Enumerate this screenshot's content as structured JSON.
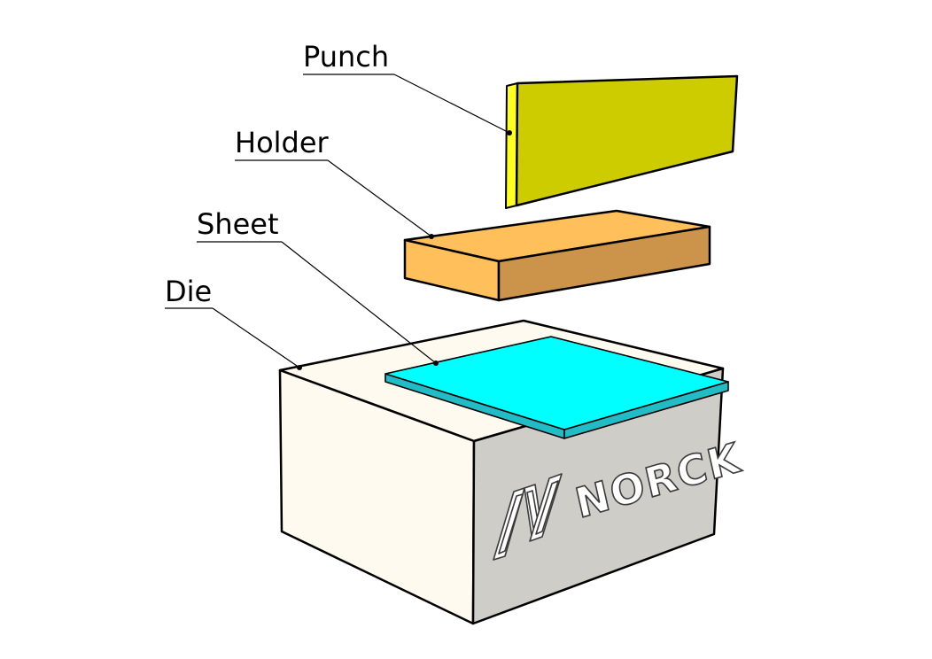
{
  "labels": {
    "punch": "Punch",
    "holder": "Holder",
    "sheet": "Sheet",
    "die": "Die"
  },
  "logo": {
    "text": "NORCK"
  },
  "colors": {
    "punch_face": "#cccc00",
    "punch_edge": "#ffff22",
    "holder_top": "#ffbf5a",
    "holder_front": "#ffbf5a",
    "holder_side": "#cc944a",
    "sheet_top": "#00ffff",
    "sheet_edge": "#22bcc6",
    "die_front": "#fffaef",
    "die_top": "#fffaef",
    "die_side": "#cfcdc8"
  }
}
